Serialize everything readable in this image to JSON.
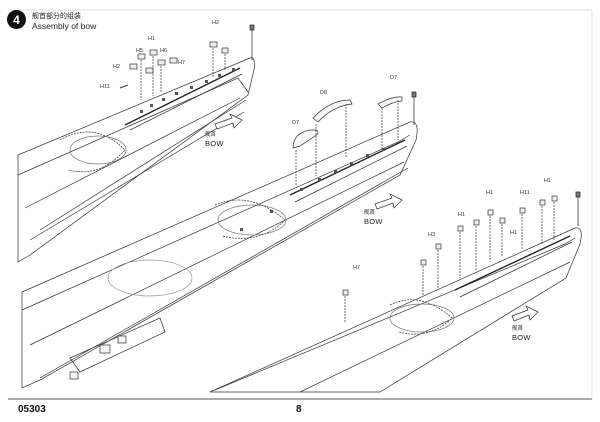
{
  "step": {
    "number": "4",
    "title_zh": "舰首部分的组装",
    "title_en": "Assembly of bow"
  },
  "views": [
    {
      "bow_zh": "舰首",
      "bow_en": "BOW",
      "part_labels": [
        "H2",
        "H1",
        "H5",
        "H6",
        "H2",
        "H7",
        "H11"
      ]
    },
    {
      "bow_zh": "舰首",
      "bow_en": "BOW",
      "part_labels": [
        "D7",
        "D8",
        "D7"
      ]
    },
    {
      "bow_zh": "舰首",
      "bow_en": "BOW",
      "part_labels": [
        "H11",
        "H1",
        "H1",
        "H1",
        "H3",
        "H1",
        "H7"
      ]
    }
  ],
  "footer": {
    "product_code": "05303",
    "page_number": "8"
  }
}
